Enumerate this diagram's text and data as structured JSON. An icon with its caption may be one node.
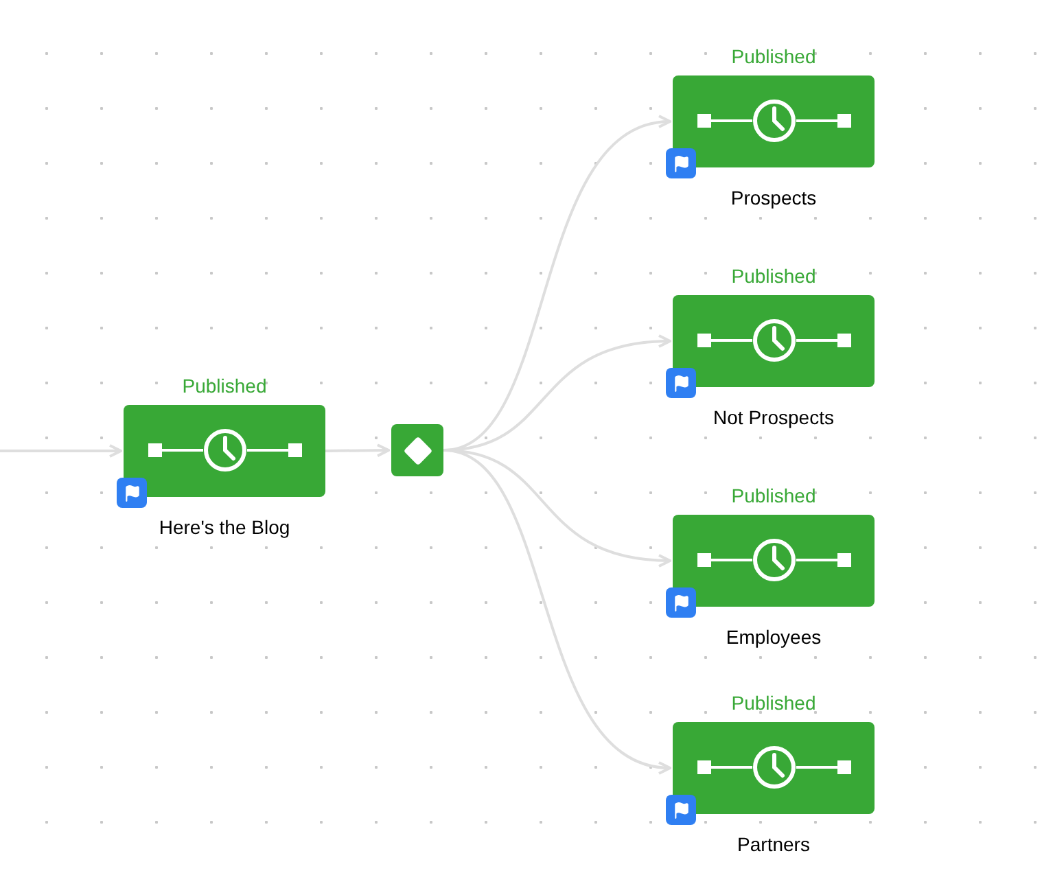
{
  "diagram": {
    "nodes": [
      {
        "text": [
          "Published",
          "Here's the Blog"
        ]
      },
      {
        "text": [],
        "shape": "diamond"
      },
      {
        "text": [
          "Published",
          "Prospects"
        ]
      },
      {
        "text": [
          "Published",
          "Not Prospects"
        ]
      },
      {
        "text": [
          "Published",
          "Employees"
        ]
      },
      {
        "text": [
          "Published",
          "Partners"
        ]
      }
    ],
    "edges": [
      {
        "from": null,
        "to": 0,
        "arrow": "to"
      },
      {
        "from": 0,
        "to": 1,
        "arrow": "to"
      },
      {
        "from": 1,
        "to": 2,
        "arrow": "to"
      },
      {
        "from": 1,
        "to": 3,
        "arrow": "to"
      },
      {
        "from": 1,
        "to": 4,
        "arrow": "to"
      },
      {
        "from": 1,
        "to": 5,
        "arrow": "to"
      }
    ]
  }
}
